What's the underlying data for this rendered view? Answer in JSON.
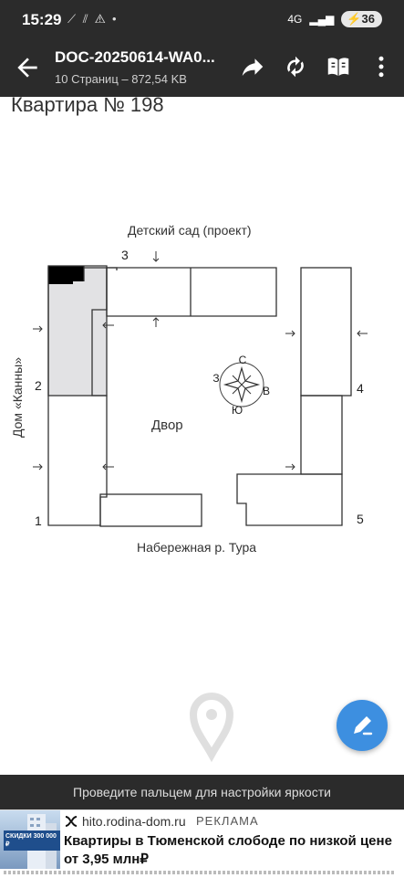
{
  "status": {
    "time": "15:29",
    "network": "4G",
    "battery": "36"
  },
  "appbar": {
    "title": "DOC-20250614-WA0...",
    "subtitle": "10 Страниц – 872,54 KB"
  },
  "plan": {
    "heading": "Квартира № 198",
    "kindergarten": "Детский сад (проект)",
    "house": "Дом «Канны»",
    "yard": "Двор",
    "embankment": "Набережная р. Тура",
    "entrances": [
      "1",
      "2",
      "3",
      "4",
      "5"
    ],
    "compass": {
      "n": "С",
      "s": "Ю",
      "w": "З",
      "e": "В"
    }
  },
  "hint": "Проведите пальцем для настройки яркости",
  "ad": {
    "domain": "hito.rodina-dom.ru",
    "tag": "РЕКЛАМА",
    "title": "Квартиры в Тюменской слободе по низкой цене от 3,95 млн₽",
    "image_text": "СКИДКИ 300 000 ₽"
  }
}
